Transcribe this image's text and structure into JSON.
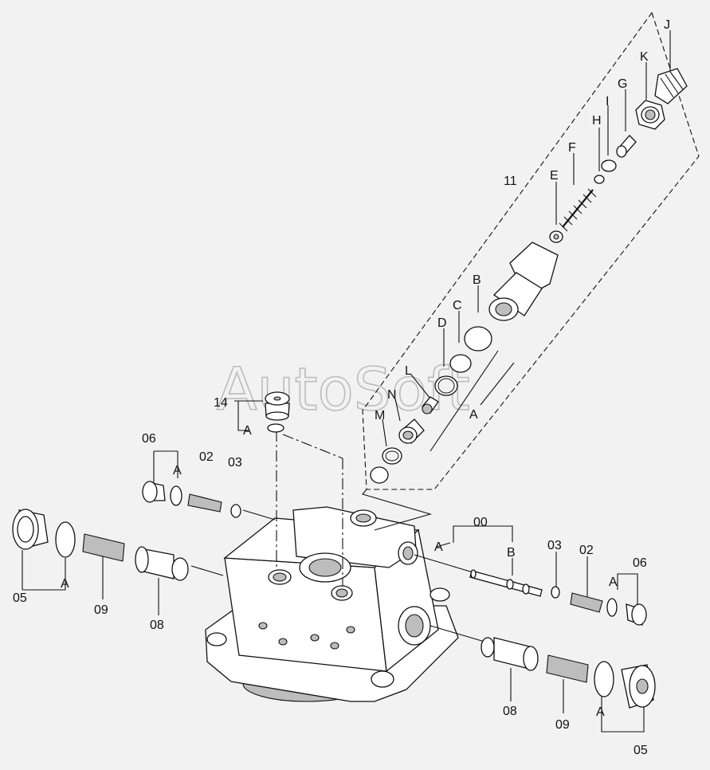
{
  "watermark": "AutoSoft",
  "labels": {
    "J": "J",
    "K": "K",
    "G": "G",
    "I": "I",
    "H": "H",
    "F": "F",
    "E": "E",
    "n11": "11",
    "B_top": "B",
    "C": "C",
    "D": "D",
    "L": "L",
    "N": "N",
    "M": "M",
    "A_kit": "A",
    "n14": "14",
    "A_14": "A",
    "n06_l": "06",
    "A_06l": "A",
    "n02_l": "02",
    "n03_l": "03",
    "n05_l": "05",
    "A_05l": "A",
    "n09_l": "09",
    "n08_l": "08",
    "A_body": "A",
    "n00": "00",
    "B_right": "B",
    "n03_r": "03",
    "n02_r": "02",
    "A_06r": "A",
    "n06_r": "06",
    "n08_r": "08",
    "n09_r": "09",
    "A_05r": "A",
    "n05_r": "05"
  }
}
